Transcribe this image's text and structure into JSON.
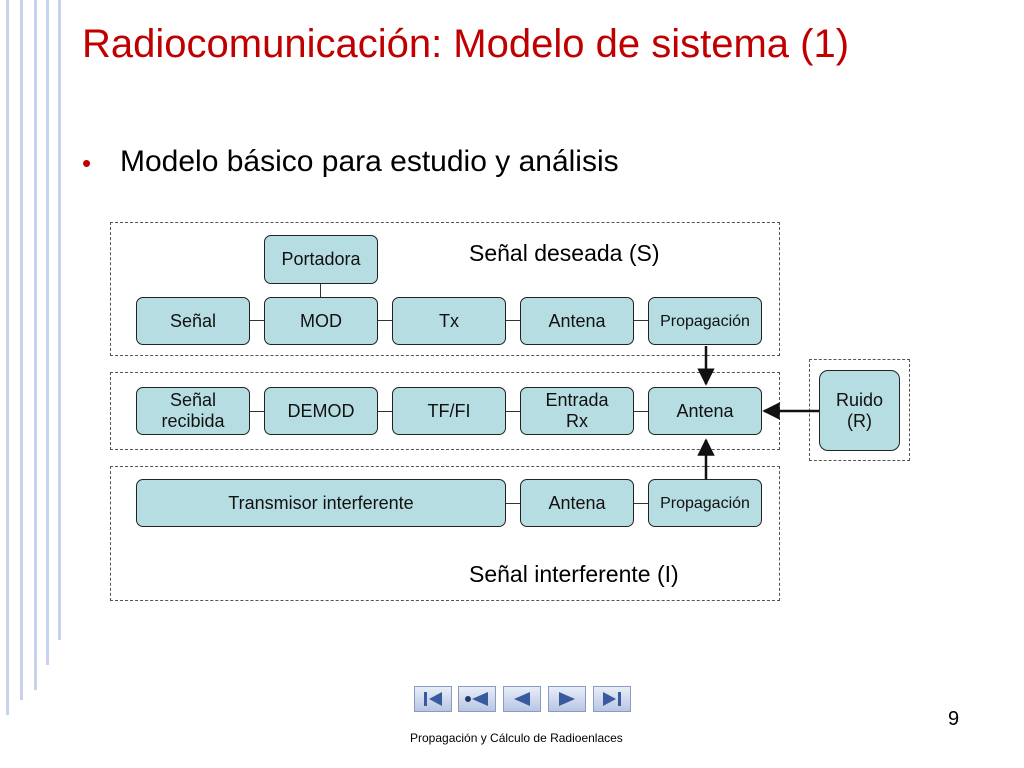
{
  "slide": {
    "title": "Radiocomunicación: Modelo de sistema (1)",
    "bullet": "Modelo básico para estudio y análisis",
    "page_number": "9",
    "footer": "Propagación y Cálculo de Radioenlaces"
  },
  "diagram": {
    "label_desired": "Señal deseada (S)",
    "label_interferer": "Señal interferente (I)",
    "row1": {
      "portadora": "Portadora",
      "senal": "Señal",
      "mod": "MOD",
      "tx": "Tx",
      "antena": "Antena",
      "propagacion": "Propagación"
    },
    "row2": {
      "senal_recibida": "Señal\nrecibida",
      "demod": "DEMOD",
      "tffi": "TF/FI",
      "entrada_rx": "Entrada\nRx",
      "antena": "Antena"
    },
    "row3": {
      "transmisor": "Transmisor interferente",
      "antena": "Antena",
      "propagacion": "Propagación"
    },
    "ruido": "Ruido\n(R)",
    "colors": {
      "box_fill": "#b6dde2",
      "title": "#c00000",
      "nav": "#3a5aa0"
    }
  },
  "nav": {
    "first": "first-slide-icon",
    "prev": "previous-slide-icon",
    "back": "back-icon",
    "next": "next-slide-icon",
    "last": "last-slide-icon"
  }
}
